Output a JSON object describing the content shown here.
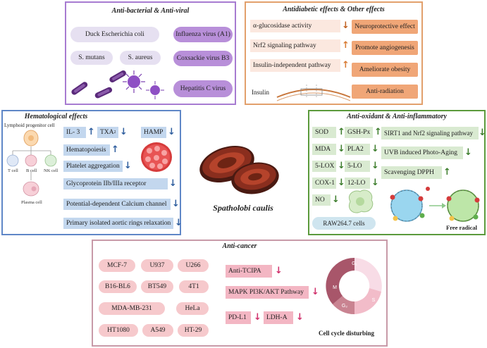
{
  "antibacterial": {
    "title": "Anti-bacterial & Anti-viral",
    "items": [
      "Duck Escherichia coli",
      "S. mutans",
      "S. aureus"
    ],
    "virus_items": [
      "Influenza virus (A1)",
      "Coxsackie virus B3",
      "Hepatitis C virus"
    ]
  },
  "antidiabetic": {
    "title": "Antidiabetic effects & Other effects",
    "left_items": [
      {
        "label": "α-glucosidase activity",
        "dir": "down"
      },
      {
        "label": "Nrf2 signaling pathway",
        "dir": "up"
      },
      {
        "label": "Insulin-independent pathway",
        "dir": "up"
      }
    ],
    "right_items": [
      "Neuroprotective effect",
      "Promote angiogenesis",
      "Ameliorate obesity",
      "Anti-radiation"
    ],
    "insulin_label": "Insulin"
  },
  "hematological": {
    "title": "Hematological effects",
    "progenitor_label": "Lymphoid progenitor cell",
    "cells": [
      "T cell",
      "B cell",
      "NK cell"
    ],
    "plasma_label": "Plasma cell",
    "il3": "IL- 3",
    "txa": "TXA",
    "txa_sub": "2",
    "hamp": "HAMP",
    "boxes": [
      {
        "label": "Hematopoiesis",
        "dir": "up"
      },
      {
        "label": "Platelet aggregation",
        "dir": "down"
      },
      {
        "label": "Glycoprotein IIb/IIIa receptor",
        "dir": "down"
      },
      {
        "label": "Potential-dependent Calcium channel",
        "dir": "down"
      },
      {
        "label": "Primary isolated aortic rings relaxation",
        "dir": "down"
      }
    ]
  },
  "center": {
    "label": "Spatholobi caulis"
  },
  "antioxidant": {
    "title": "Anti-oxidant & Anti-inflammatory",
    "col1": [
      {
        "label": "SOD",
        "dir": "up"
      },
      {
        "label": "MDA",
        "dir": "down"
      },
      {
        "label": "5-LOX",
        "dir": "down"
      },
      {
        "label": "COX-1",
        "dir": "down"
      },
      {
        "label": "NO",
        "dir": "down"
      }
    ],
    "col2": [
      {
        "label": "GSH-Px",
        "dir": "up"
      },
      {
        "label": "PLA2",
        "dir": "down"
      },
      {
        "label": "5-LO",
        "dir": "down"
      },
      {
        "label": "12-LO",
        "dir": "down"
      }
    ],
    "col3": [
      {
        "label": "SIRT1 and Nrf2 signaling pathway",
        "dir": "down"
      },
      {
        "label": "UVB induced Photo-Aging",
        "dir": "down"
      },
      {
        "label": "Scavenging DPPH",
        "dir": "up"
      }
    ],
    "raw_label": "RAW264.7 cells",
    "free_radical": "Free radical"
  },
  "anticancer": {
    "title": "Anti-cancer",
    "cell_lines": [
      "MCF-7",
      "U937",
      "U266",
      "B16-BL6",
      "BT549",
      "4T1",
      "MDA-MB-231",
      "HeLa",
      "HT1080",
      "A549",
      "HT-29"
    ],
    "boxes": [
      {
        "label": "Anti-TCIPA",
        "dir": "down"
      },
      {
        "label": "MAPK PI3K/AKT  Pathway",
        "dir": "down"
      },
      {
        "label": "PD-L1",
        "dir": "down"
      },
      {
        "label": "LDH-A",
        "dir": "down"
      }
    ],
    "cycle_phases": [
      "G₁",
      "S",
      "G₂",
      "M"
    ],
    "cycle_label": "Cell cycle disturbing"
  },
  "colors": {
    "purple": "#a77bd1",
    "orange": "#e2a06c",
    "blue": "#5f87c7",
    "green": "#5b9a3c",
    "pink": "#c89aa8",
    "lavender": "#e6e0f1",
    "peach_box": "#fbe8df",
    "orange_box": "#f0a677",
    "blue_box": "#c3d7ee",
    "green_box": "#d9ead1",
    "pink_pill": "#f6c9cc",
    "pink_box": "#f3b6c3"
  }
}
